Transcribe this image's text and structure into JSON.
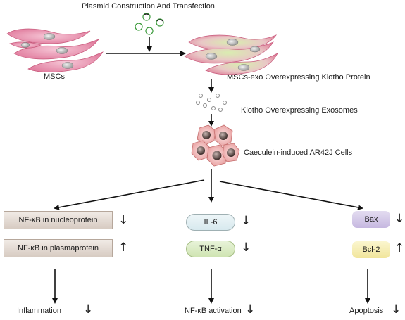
{
  "title": "Plasmid Construction And Transfection",
  "labels": {
    "mscs": "MSCs",
    "mscs_exo": "MSCs-exo Overexpressing Klotho Protein",
    "exosomes": "Klotho Overexpressing Exosomes",
    "cells": "Caeculein-induced AR42J Cells"
  },
  "branches": [
    {
      "items": [
        {
          "label": "NF-κB in nucleoprotein",
          "trend": "↓"
        },
        {
          "label": "NF-κB in plasmaprotein",
          "trend": "↑"
        }
      ],
      "outcome": "Inflammation",
      "outcome_trend": "↓"
    },
    {
      "items": [
        {
          "label": "IL-6",
          "trend": "↓"
        },
        {
          "label": "TNF-α",
          "trend": "↓"
        }
      ],
      "outcome": "NF-κB activation",
      "outcome_trend": "↓"
    },
    {
      "items": [
        {
          "label": "Bax",
          "trend": "↓"
        },
        {
          "label": "Bcl-2",
          "trend": "↑"
        }
      ],
      "outcome": "Apoptosis",
      "outcome_trend": "↓"
    }
  ]
}
